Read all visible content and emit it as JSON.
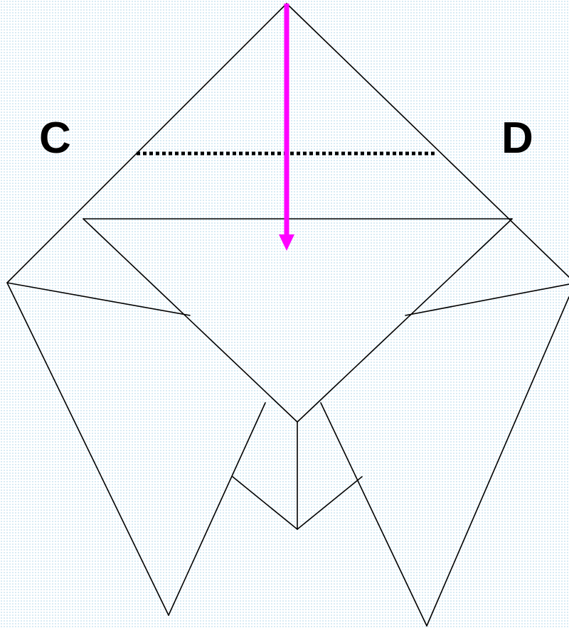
{
  "labels": {
    "left_corner": "C",
    "right_corner": "D"
  },
  "colors": {
    "arrow": "#ff00ff",
    "lines": "#000000",
    "grid_dots": "#cfe6f2"
  },
  "icons": {
    "fold_direction": "down-arrow-icon",
    "fold_line": "dotted-fold-line"
  }
}
